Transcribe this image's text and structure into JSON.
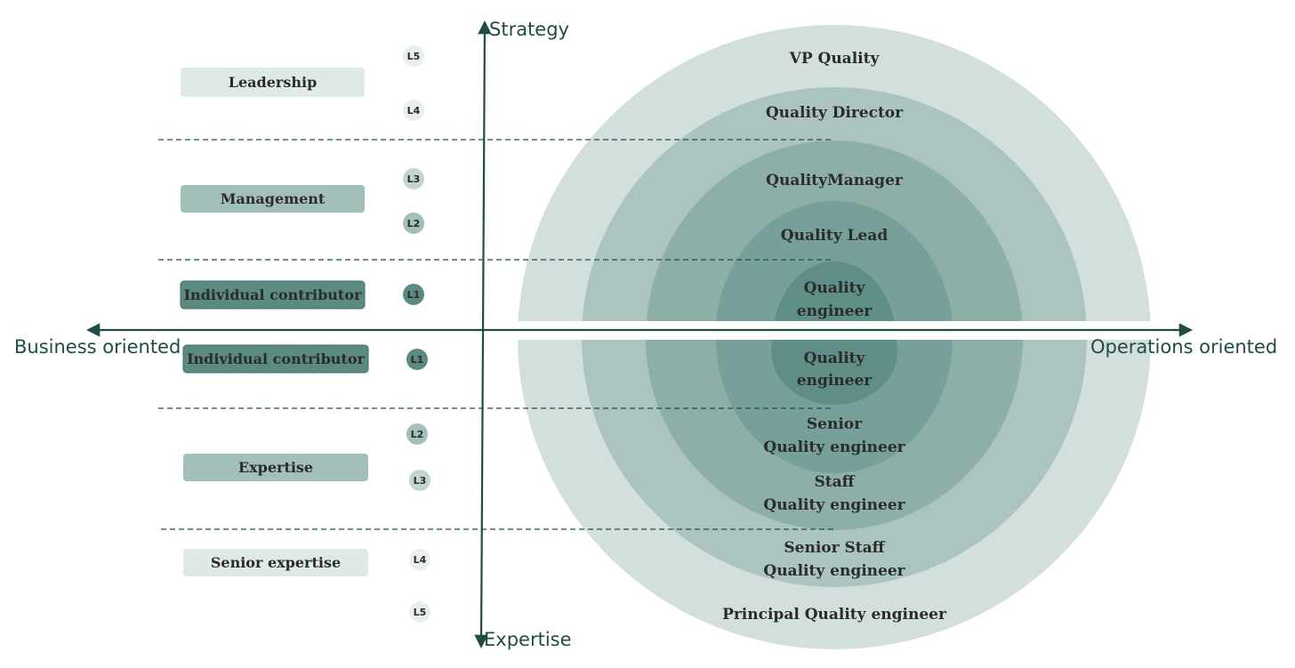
{
  "axes": {
    "top": "Strategy",
    "bottom": "Expertise",
    "left": "Business oriented",
    "right": "Operations oriented"
  },
  "categories": [
    {
      "label": "Leadership",
      "shade": "lightest"
    },
    {
      "label": "Management",
      "shade": "mid"
    },
    {
      "label": "Individual contributor",
      "shade": "dark"
    },
    {
      "label": "Individual contributor",
      "shade": "dark"
    },
    {
      "label": "Expertise",
      "shade": "mid"
    },
    {
      "label": "Senior expertise",
      "shade": "lightest"
    }
  ],
  "levels": [
    "L5",
    "L4",
    "L3",
    "L2",
    "L1",
    "L1",
    "L2",
    "L3",
    "L4",
    "L5"
  ],
  "upper_roles": [
    "VP Quality",
    "Quality Director",
    "QualityManager",
    "Quality Lead",
    "Quality",
    "engineer"
  ],
  "lower_roles": {
    "core_1": "Quality",
    "core_2": "engineer",
    "senior_1": "Senior",
    "senior_2": "Quality engineer",
    "staff_1": "Staff",
    "staff_2": "Quality engineer",
    "senior_staff_1": "Senior Staff",
    "senior_staff_2": "Quality engineer",
    "principal": "Principal Quality engineer"
  },
  "colors": {
    "axis": "#1f4d46",
    "ring_1": "#d3dfdd",
    "ring_2": "#abc4bf",
    "ring_3": "#8eaea8",
    "ring_4": "#76a099",
    "ring_5": "#5f8e86",
    "category_dark": "#5a8a82",
    "category_mid": "#a3bfba",
    "category_light": "#dfe9e7"
  }
}
